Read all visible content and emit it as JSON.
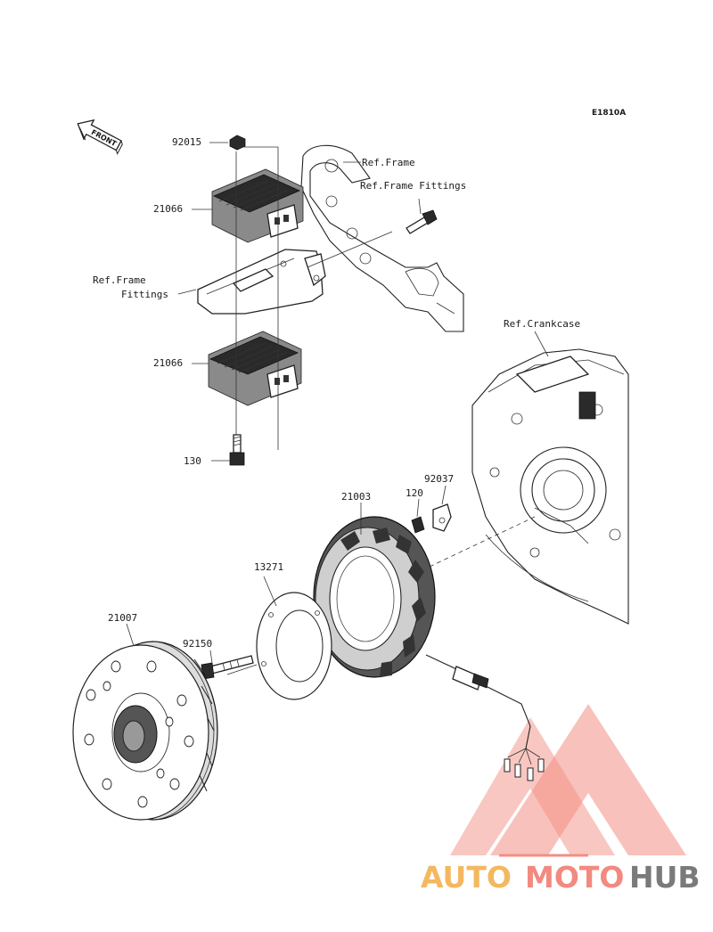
{
  "diagram_code": "E1810A",
  "front_label": "FRONT",
  "labels": {
    "p92015": "92015",
    "p21066_top": "21066",
    "p21066_bottom": "21066",
    "p130": "130",
    "ref_frame": "Ref.Frame",
    "ref_frame_fittings_right": "Ref.Frame Fittings",
    "ref_frame_fittings_left_1": "Ref.Frame",
    "ref_frame_fittings_left_2": "Fittings",
    "ref_crankcase": "Ref.Crankcase",
    "p92037": "92037",
    "p120": "120",
    "p21003": "21003",
    "p13271": "13271",
    "p21007": "21007",
    "p92150": "92150"
  },
  "watermark": {
    "part1": "AUTO",
    "part2": "MOTO",
    "part3": "HUB",
    "colors": {
      "auto": "#f4b860",
      "moto": "#f28a80",
      "hub": "#7a7a7a",
      "triangle": "#f06a5c"
    }
  }
}
